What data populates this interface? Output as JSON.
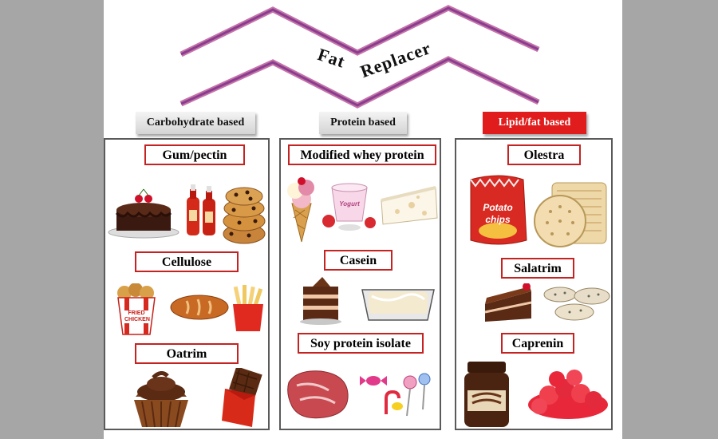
{
  "title": {
    "word1": "Fat",
    "word2": "Replacer"
  },
  "categories": [
    {
      "label": "Carbohydrate based",
      "style": "grey"
    },
    {
      "label": "Protein based",
      "style": "grey"
    },
    {
      "label": "Lipid/fat based",
      "style": "red",
      "color": "#e01c1c"
    }
  ],
  "columns": [
    {
      "items": [
        {
          "name": "Gum/pectin",
          "foods": [
            "chocolate-cake",
            "ketchup-bottles",
            "cookies"
          ]
        },
        {
          "name": "Cellulose",
          "foods": [
            "fried-chicken-bucket",
            "bread-loaf",
            "french-fries"
          ]
        },
        {
          "name": "Oatrim",
          "foods": [
            "chocolate-cupcake",
            "chocolate-bar"
          ]
        }
      ]
    },
    {
      "items": [
        {
          "name": "Modified whey protein",
          "foods": [
            "ice-cream-cone",
            "yogurt-cup",
            "cheese-wedge"
          ]
        },
        {
          "name": "Casein",
          "foods": [
            "layer-cake",
            "pasta-tray"
          ]
        },
        {
          "name": "Soy protein isolate",
          "foods": [
            "meat-steak",
            "candies"
          ]
        }
      ]
    },
    {
      "items": [
        {
          "name": "Olestra",
          "foods": [
            "potato-chips-bag",
            "crackers"
          ]
        },
        {
          "name": "Salatrim",
          "foods": [
            "cake-slice",
            "biscuits"
          ]
        },
        {
          "name": "Caprenin",
          "foods": [
            "chocolate-spread-jar",
            "gummy-candies"
          ]
        }
      ]
    }
  ],
  "packaging": {
    "fried_chicken_text": "FRIED CHICKEN",
    "chips_brand": "Potato",
    "chips_type": "chips",
    "yogurt_text": "Yogurt"
  },
  "colors": {
    "accent_red": "#e01c1c",
    "label_border": "#c52222",
    "zigzag_purple": "#8a3d8f",
    "zigzag_pink": "#c474a8",
    "panel_border": "#5a5a5a",
    "background": "#a6a6a6"
  }
}
